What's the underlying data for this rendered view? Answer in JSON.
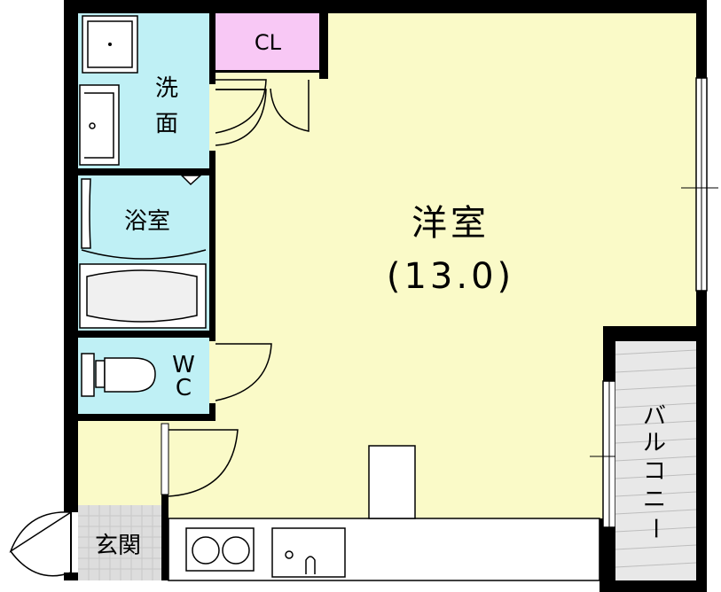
{
  "colors": {
    "western_room": "#fafac8",
    "wet_areas": "#bff0f5",
    "closet": "#f8c8f5",
    "entrance": "#dddddd",
    "balcony": "#e8e8e8",
    "wall": "#000000",
    "fixture": "#ffffff"
  },
  "rooms": {
    "western_room_label": "洋室",
    "western_room_size": "(13.0)",
    "closet_label": "CL",
    "washroom_label_1": "洗",
    "washroom_label_2": "面",
    "bathroom_label": "浴室",
    "toilet_label_1": "W",
    "toilet_label_2": "C",
    "entrance_label": "玄関",
    "balcony_chars": [
      "バ",
      "ル",
      "コ",
      "ニ",
      "ー"
    ]
  }
}
